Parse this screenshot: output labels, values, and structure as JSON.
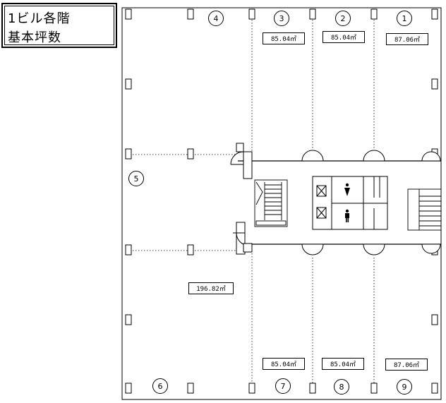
{
  "title": {
    "line1": "1ビル各階",
    "line2": "基本坪数"
  },
  "units": [
    {
      "id": "unit-1",
      "number": "1",
      "area": "87.06㎡"
    },
    {
      "id": "unit-2",
      "number": "2",
      "area": "85.04㎡"
    },
    {
      "id": "unit-3",
      "number": "3",
      "area": "85.04㎡"
    },
    {
      "id": "unit-4",
      "number": "4",
      "area": ""
    },
    {
      "id": "unit-5",
      "number": "5",
      "area": ""
    },
    {
      "id": "unit-6",
      "number": "6",
      "area": "196.82㎡"
    },
    {
      "id": "unit-7",
      "number": "7",
      "area": "85.04㎡"
    },
    {
      "id": "unit-8",
      "number": "8",
      "area": "85.04㎡"
    },
    {
      "id": "unit-9",
      "number": "9",
      "area": "87.06㎡"
    }
  ]
}
